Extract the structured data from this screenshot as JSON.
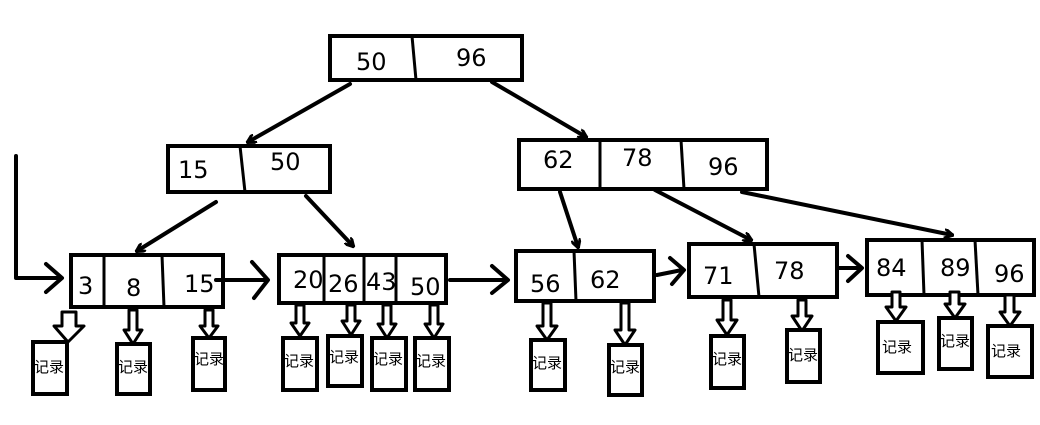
{
  "diagram": {
    "root": {
      "keys": [
        "50",
        "96"
      ]
    },
    "internal": [
      {
        "keys": [
          "15",
          "50"
        ]
      },
      {
        "keys": [
          "62",
          "78",
          "96"
        ]
      }
    ],
    "leaves": [
      {
        "keys": [
          "3",
          "8",
          "15"
        ]
      },
      {
        "keys": [
          "20",
          "26",
          "43",
          "50"
        ]
      },
      {
        "keys": [
          "56",
          "62"
        ]
      },
      {
        "keys": [
          "71",
          "78"
        ]
      },
      {
        "keys": [
          "84",
          "89",
          "96"
        ]
      }
    ],
    "record_label": "记录"
  }
}
